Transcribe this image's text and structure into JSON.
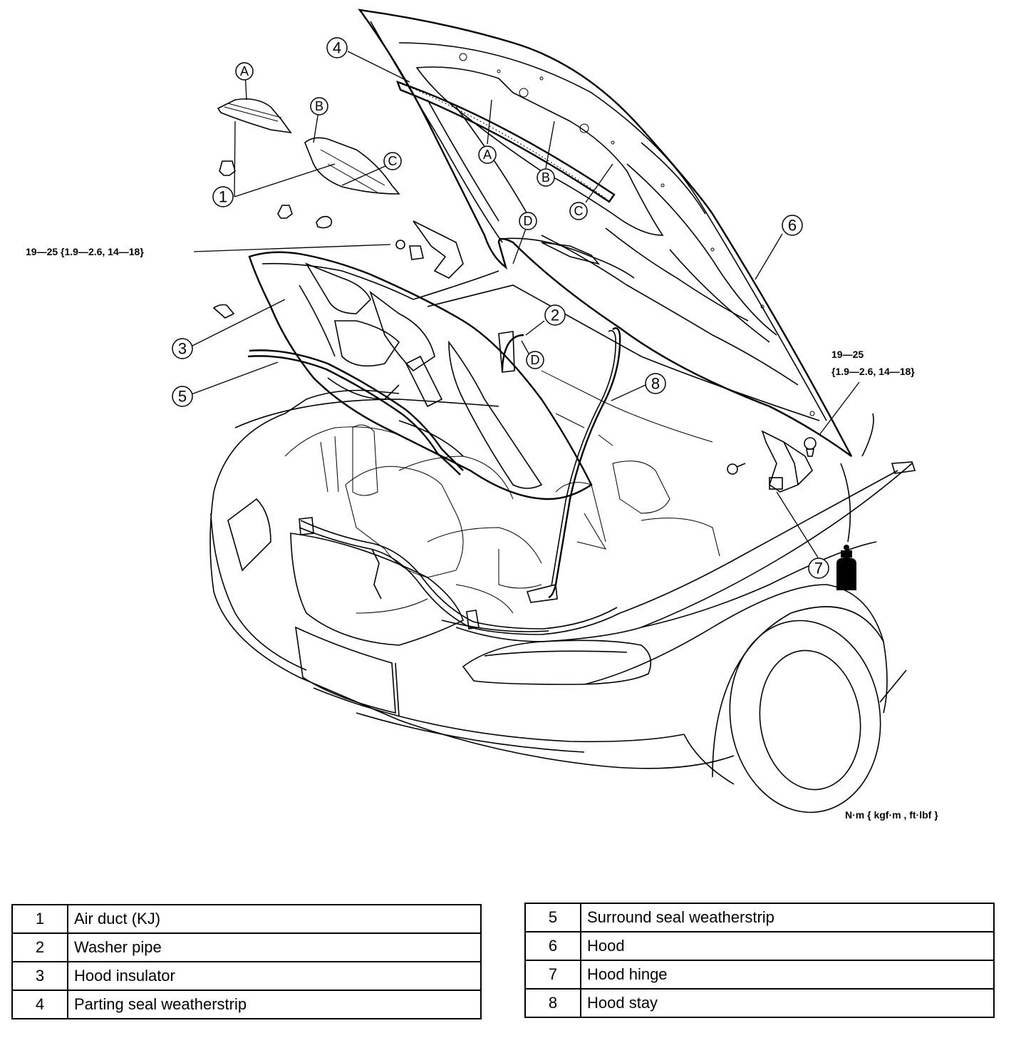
{
  "callouts": {
    "n1": "1",
    "n2": "2",
    "n3": "3",
    "n4": "4",
    "n5": "5",
    "n6": "6",
    "n7": "7",
    "n8": "8",
    "a_top": "A",
    "b_top": "B",
    "c_top": "C",
    "a_hood": "A",
    "b_hood": "B",
    "c_hood": "C",
    "d_hood": "D",
    "d_pipe": "D"
  },
  "torque_left": "19—25 {1.9—2.6, 14—18}",
  "torque_right_line1": "19—25",
  "torque_right_line2": "{1.9—2.6, 14—18}",
  "units_note": "N·m { kgf·m , ft·lbf }",
  "legend_left": [
    {
      "num": "1",
      "label": "Air duct (KJ)"
    },
    {
      "num": "2",
      "label": "Washer pipe"
    },
    {
      "num": "3",
      "label": "Hood insulator"
    },
    {
      "num": "4",
      "label": "Parting seal weatherstrip"
    }
  ],
  "legend_right": [
    {
      "num": "5",
      "label": "Surround seal weatherstrip"
    },
    {
      "num": "6",
      "label": "Hood"
    },
    {
      "num": "7",
      "label": "Hood hinge"
    },
    {
      "num": "8",
      "label": "Hood stay"
    }
  ]
}
